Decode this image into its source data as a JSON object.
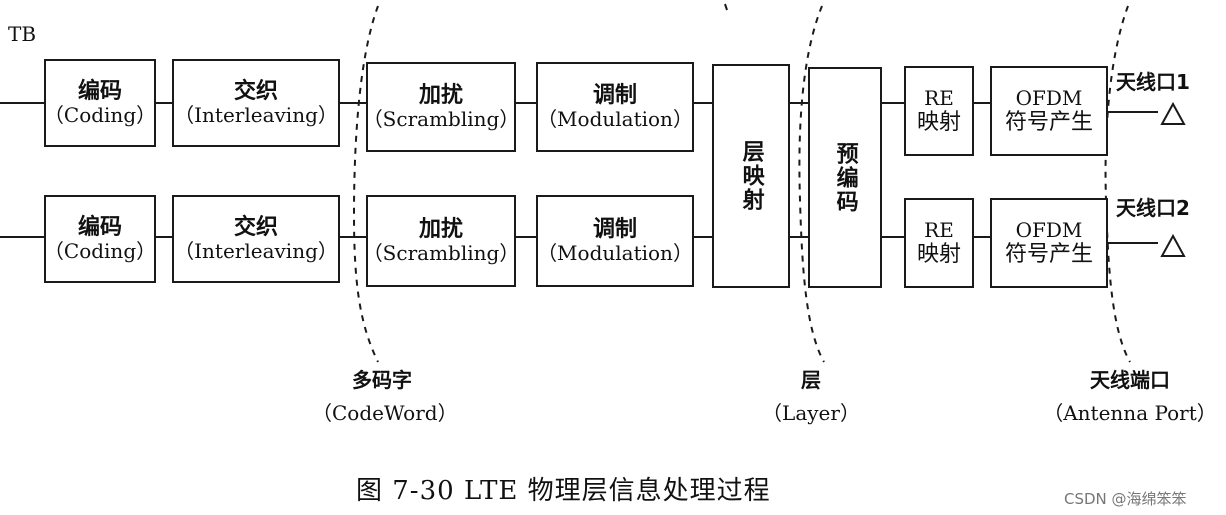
{
  "tb_label": "TB",
  "row1": {
    "coding": {
      "zh": "编码",
      "en": "（Coding）"
    },
    "interleaving": {
      "zh": "交织",
      "en": "（Interleaving）"
    },
    "scrambling": {
      "zh": "加扰",
      "en": "（Scrambling）"
    },
    "modulation": {
      "zh": "调制",
      "en": "（Modulation）"
    },
    "re_mapping": {
      "l1": "RE",
      "l2": "映射"
    },
    "ofdm": {
      "l1": "OFDM",
      "l2": "符号产生"
    },
    "antenna": "天线口1"
  },
  "row2": {
    "coding": {
      "zh": "编码",
      "en": "（Coding）"
    },
    "interleaving": {
      "zh": "交织",
      "en": "（Interleaving）"
    },
    "scrambling": {
      "zh": "加扰",
      "en": "（Scrambling）"
    },
    "modulation": {
      "zh": "调制",
      "en": "（Modulation）"
    },
    "re_mapping": {
      "l1": "RE",
      "l2": "映射"
    },
    "ofdm": {
      "l1": "OFDM",
      "l2": "符号产生"
    },
    "antenna": "天线口2"
  },
  "layer_mapping": "层映射",
  "precoding": "预编码",
  "zones": {
    "codeword": {
      "zh": "多码字",
      "en": "（CodeWord）"
    },
    "layer": {
      "zh": "层",
      "en": "（Layer）"
    },
    "antenna_port": {
      "zh": "天线端口",
      "en": "（Antenna Port）"
    }
  },
  "caption": "图 7-30    LTE 物理层信息处理过程",
  "watermark": "CSDN @海绵笨笨"
}
